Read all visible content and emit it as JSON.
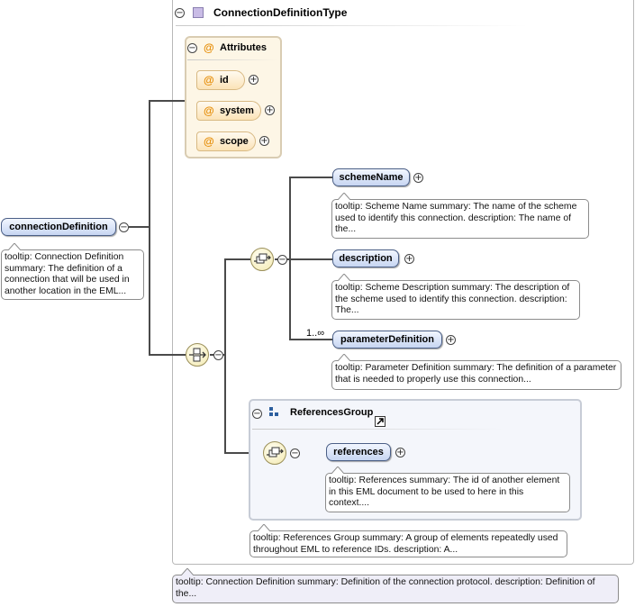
{
  "root": {
    "name": "connectionDefinition",
    "tooltip": "tooltip: Connection Definition summary: The definition of a connection that will be used in another location in the EML..."
  },
  "type": {
    "name": "ConnectionDefinitionType",
    "tooltip": "tooltip: Connection Definition summary: Definition of the connection protocol. description: Definition of the..."
  },
  "attributes": {
    "title": "Attributes",
    "at_symbol": "@",
    "items": [
      "id",
      "system",
      "scope"
    ]
  },
  "elements": {
    "schemeName": {
      "name": "schemeName",
      "tooltip": "tooltip: Scheme Name summary: The name of the scheme used to identify this connection. description: The name of the..."
    },
    "description": {
      "name": "description",
      "tooltip": "tooltip: Scheme Description summary: The description of the scheme used to identify this connection. description: The..."
    },
    "parameterDefinition": {
      "name": "parameterDefinition",
      "occurrence": "1..∞",
      "tooltip": "tooltip: Parameter Definition summary: The definition of a parameter that is needed to properly use this connection..."
    },
    "references": {
      "name": "references",
      "tooltip": "tooltip: References summary: The id of another element in this EML document to be used to here in this context...."
    }
  },
  "group": {
    "name": "ReferencesGroup",
    "tooltip": "tooltip: References Group summary: A group of elements repeatedly used throughout EML to reference IDs. description: A..."
  },
  "glyphs": {
    "collapse": "−",
    "expand": "+"
  },
  "colors": {
    "element_border": "#4b5f86",
    "attribute_accent": "#e58a00",
    "type_icon": "#c9bce6"
  }
}
